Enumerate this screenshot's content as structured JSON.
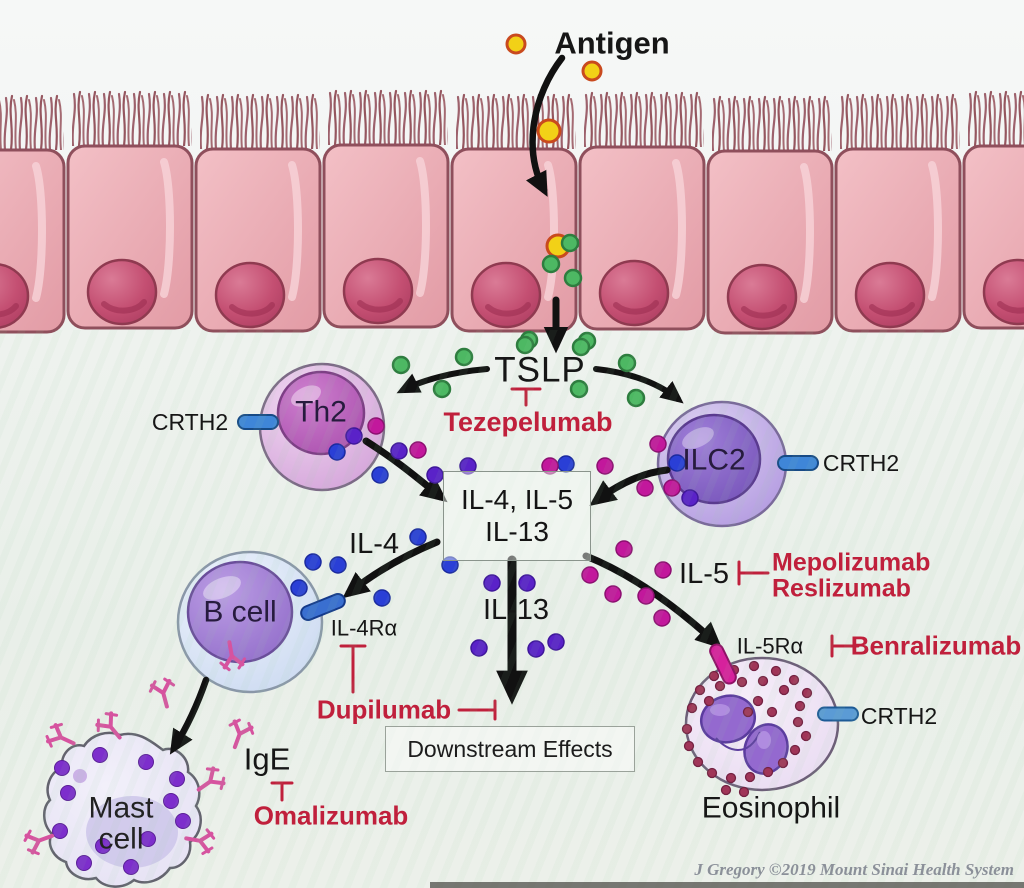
{
  "labels": {
    "antigen": "Antigen",
    "tslp": "TSLP",
    "tezepelumab": "Tezepelumab",
    "crth2_th2": "CRTH2",
    "th2": "Th2",
    "ilc2": "ILC2",
    "crth2_ilc2": "CRTH2",
    "cytokines_line1": "IL-4, IL-5",
    "cytokines_line2": "IL-13",
    "il4": "IL-4",
    "bcell": "B cell",
    "il4ra": "IL-4Rα",
    "dupilumab": "Dupilumab",
    "il13": "IL-13",
    "downstream_effects": "Downstream Effects",
    "il5": "IL-5",
    "mepolizumab": "Mepolizumab",
    "reslizumab": "Reslizumab",
    "il5ra": "IL-5Rα",
    "benralizumab": "Benralizumab",
    "ige": "IgE",
    "omalizumab": "Omalizumab",
    "mast_line1": "Mast",
    "mast_line2": "cell",
    "eosinophil": "Eosinophil",
    "crth2_eosinophil": "CRTH2",
    "credit": "J Gregory ©2019 Mount Sinai Health System"
  },
  "colors": {
    "inhibitor_red": "#c0203c",
    "antigen_yellow": "#f2d117",
    "tslp_green": "#4db863",
    "il4_blue": "#2a3fd6",
    "il5_magenta": "#c2189c",
    "il13_purple": "#5a22c8",
    "epithelium_pink": "#e8a2aa",
    "crth2_receptor_blue": "#3f86d8",
    "il5ra_receptor_magenta": "#d6219c"
  }
}
